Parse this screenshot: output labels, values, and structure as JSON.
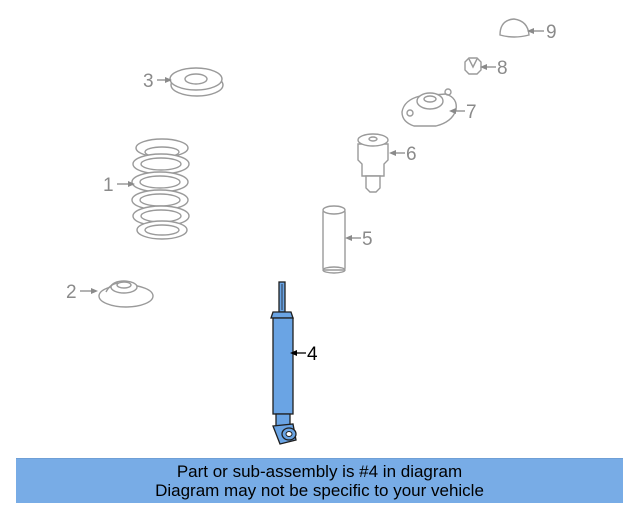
{
  "diagram": {
    "callouts": [
      "1",
      "2",
      "3",
      "4",
      "5",
      "6",
      "7",
      "8",
      "9"
    ],
    "highlighted_part": "4",
    "highlight_color": "#6aa4e4"
  },
  "banner": {
    "line1": "Part or sub-assembly is #4 in diagram",
    "line2": "Diagram may not be specific to your vehicle",
    "background": "#78ace6"
  }
}
